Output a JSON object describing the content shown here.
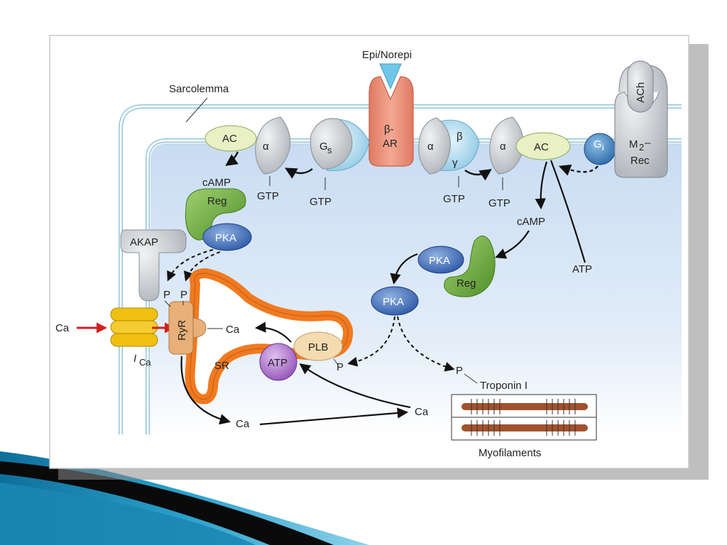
{
  "diagram": {
    "labels": {
      "ligand": "Epi/Norepi",
      "sarcolemma": "Sarcolemma",
      "ac_left": "AC",
      "alpha_left": "α",
      "gs": "G",
      "gs_sub": "s",
      "beta_ar_1": "β-",
      "beta_ar_2": "AR",
      "alpha_mid": "α",
      "beta_sub": "β",
      "gamma_sub": "γ",
      "alpha_right": "α",
      "ac_right": "AC",
      "gi": "G",
      "gi_sub": "i",
      "ach": "ACh",
      "m2_rec_1": "M",
      "m2_sub": "2",
      "m2_dash": "–",
      "m2_rec_2": "Rec",
      "gtp_1": "GTP",
      "gtp_2": "GTP",
      "gtp_3": "GTP",
      "gtp_4": "GTP",
      "camp_left": "cAMP",
      "reg_left": "Reg",
      "pka_left": "PKA",
      "akap": "AKAP",
      "camp_right": "cAMP",
      "pka_right": "PKA",
      "reg_right": "Reg",
      "atp_right": "ATP",
      "pka_free": "PKA",
      "p_1": "P",
      "p_2": "P",
      "ca_in": "Ca",
      "ryr": "RyR",
      "ica": "I",
      "ica_sub": "Ca",
      "ca_sr": "Ca",
      "sr": "SR",
      "atp_pump": "ATP",
      "plb": "PLB",
      "p_plb": "P",
      "p_troponin": "P",
      "troponin": "Troponin I",
      "ca_bottom_left": "Ca",
      "ca_bottom_right": "Ca",
      "myofilaments": "Myofilaments"
    }
  },
  "colors": {
    "membrane": "#8fc4dc",
    "cytoplasm": "#d4e4f6",
    "receptor_beta": "#e8907a",
    "protein_gray": "#c4c8cc",
    "g_protein_blue": "#9fd0e8",
    "ac_green": "#e8f0c4",
    "reg_green": "#6aaa3c",
    "pka_blue": "#3a66b0",
    "sr_orange": "#f07a20",
    "atp_purple": "#a060c0",
    "plb": "#f4dcb0",
    "channel_yellow": "#f0c010",
    "ryr_tan": "#e8b078",
    "red_arrow": "#d02020",
    "myofilament_brown": "#a0522d",
    "gi_blue": "#3a78b8",
    "slide_teal": "#1a8ab8"
  }
}
